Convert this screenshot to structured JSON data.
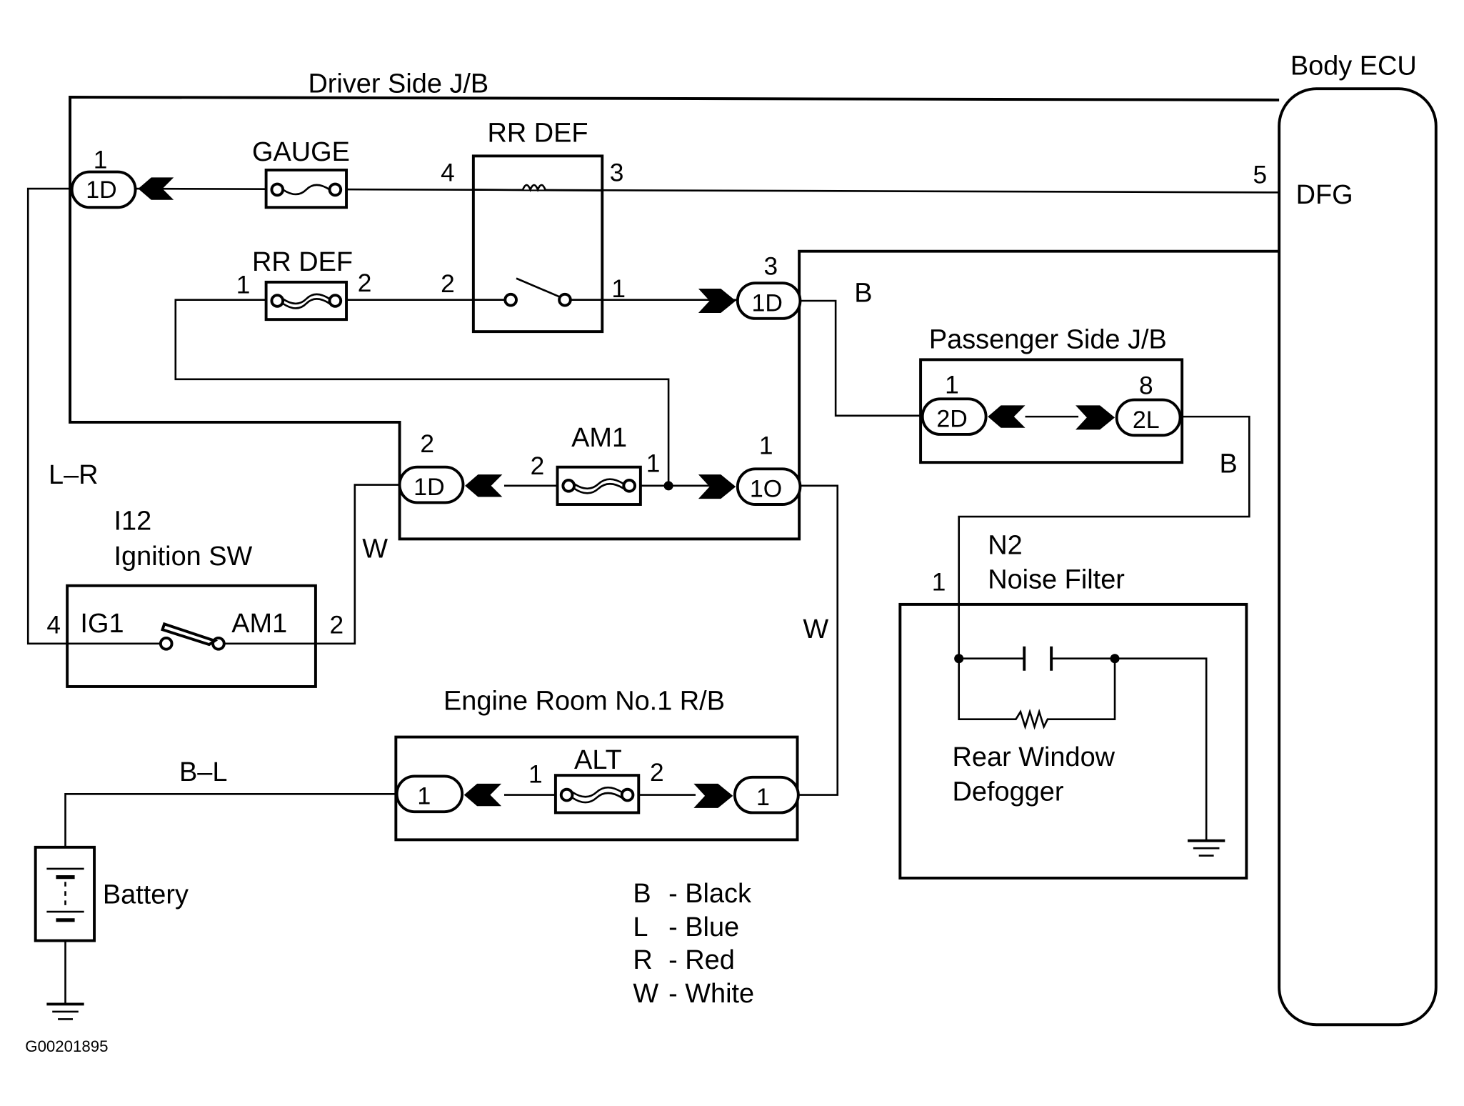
{
  "figure_id": "G00201895",
  "labels": {
    "driver_jb": "Driver Side J/B",
    "body_ecu": "Body ECU",
    "dfg": "DFG",
    "gauge": "GAUGE",
    "rr_def_relay": "RR DEF",
    "rr_def_fuse": "RR DEF",
    "am1_fuse": "AM1",
    "passenger_jb": "Passenger Side J/B",
    "ignition_id": "I12",
    "ignition": "Ignition SW",
    "ig1": "IG1",
    "am1_sw": "AM1",
    "engine_rb": "Engine Room No.1 R/B",
    "alt": "ALT",
    "battery": "Battery",
    "noise_id": "N2",
    "noise": "Noise Filter",
    "defogger_1": "Rear Window",
    "defogger_2": "Defogger"
  },
  "wires": {
    "lr": "L–R",
    "w1": "W",
    "w2": "W",
    "b1": "B",
    "b2": "B",
    "bl": "B–L"
  },
  "connectors": {
    "c1d_top": "1D",
    "c1d_mid": "1D",
    "c1d_left": "1D",
    "c1o": "1O",
    "c2d": "2D",
    "c2l": "2L",
    "er_left": "1",
    "er_right": "1"
  },
  "pins": {
    "c1d_top": "1",
    "relay_4": "4",
    "relay_3": "3",
    "relay_2": "2",
    "relay_1": "1",
    "ecu_5": "5",
    "fuse_rr_1": "1",
    "fuse_rr_2": "2",
    "c1d_mid": "3",
    "c1d_left": "2",
    "am1_2": "2",
    "am1_1": "1",
    "c1o": "1",
    "c2d": "1",
    "c2l": "8",
    "ig_4": "4",
    "ig_2": "2",
    "alt_1": "1",
    "alt_2": "2",
    "noise_1": "1"
  },
  "legend": [
    {
      "code": "B",
      "name": "- Black"
    },
    {
      "code": "L",
      "name": "- Blue"
    },
    {
      "code": "R",
      "name": "- Red"
    },
    {
      "code": "W",
      "name": "- White"
    }
  ]
}
